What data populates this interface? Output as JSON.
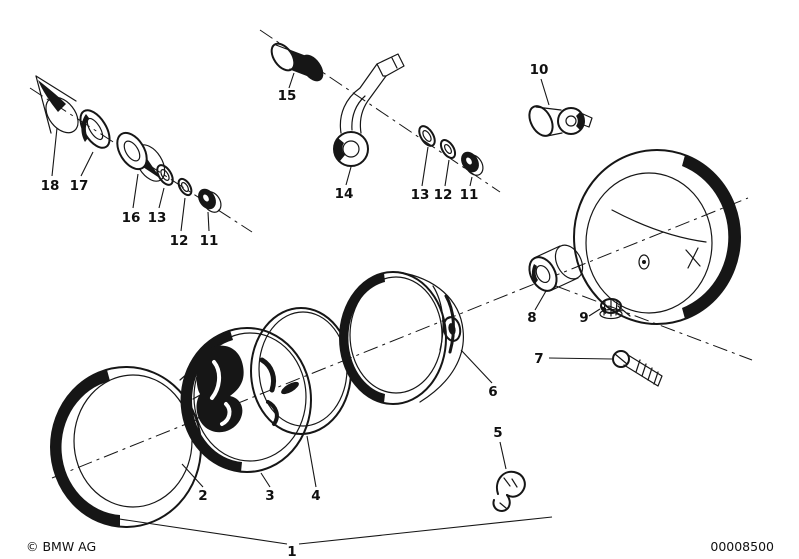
{
  "diagram": {
    "kind": "exploded-parts-diagram",
    "callouts": {
      "c1": "1",
      "c2": "2",
      "c3": "3",
      "c4": "4",
      "c5": "5",
      "c6": "6",
      "c7": "7",
      "c8": "8",
      "c9": "9",
      "c10": "10",
      "c11": "11",
      "c12": "12",
      "c13": "13",
      "c14": "14",
      "c15": "15",
      "c16": "16",
      "c17": "17",
      "c18": "18"
    },
    "duplicate_callouts": [
      "11",
      "12",
      "13"
    ]
  },
  "colors": {
    "ink": "#161616",
    "paper": "#ffffff"
  },
  "footer": {
    "copyright": "© BMW AG",
    "document_number": "00008500"
  }
}
